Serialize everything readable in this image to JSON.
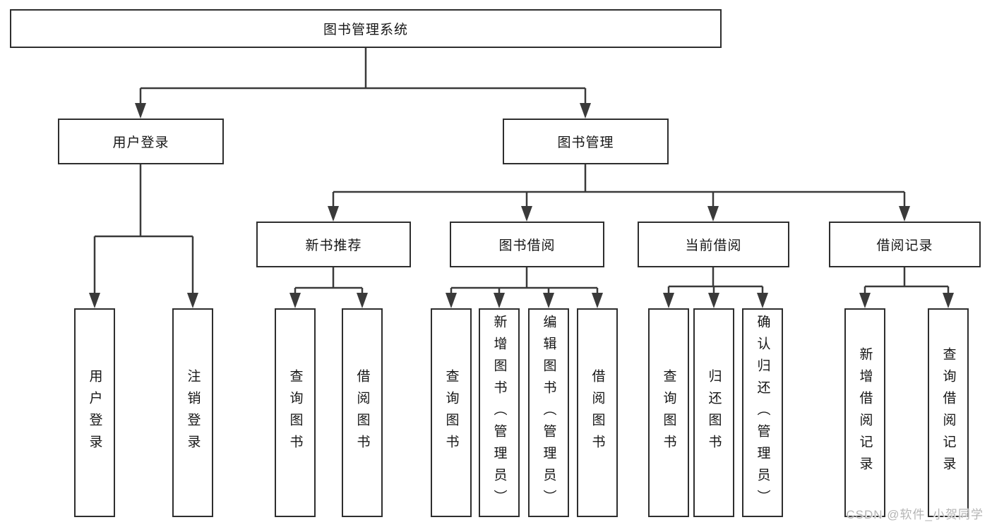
{
  "diagram": {
    "title": "图书管理系统",
    "root": {
      "label": "图书管理系统"
    },
    "level2": [
      {
        "label": "用户登录"
      },
      {
        "label": "图书管理"
      }
    ],
    "level3": [
      {
        "label": "新书推荐"
      },
      {
        "label": "图书借阅"
      },
      {
        "label": "当前借阅"
      },
      {
        "label": "借阅记录"
      }
    ],
    "leaves": [
      {
        "label": "用户登录",
        "parent": "用户登录"
      },
      {
        "label": "注销登录",
        "parent": "用户登录"
      },
      {
        "label": "查询图书",
        "parent": "新书推荐"
      },
      {
        "label": "借阅图书",
        "parent": "新书推荐"
      },
      {
        "label": "查询图书",
        "parent": "图书借阅"
      },
      {
        "label": "新增图书（管理员）",
        "parent": "图书借阅"
      },
      {
        "label": "编辑图书（管理员）",
        "parent": "图书借阅"
      },
      {
        "label": "借阅图书",
        "parent": "图书借阅"
      },
      {
        "label": "查询图书",
        "parent": "当前借阅"
      },
      {
        "label": "归还图书",
        "parent": "当前借阅"
      },
      {
        "label": "确认归还（管理员）",
        "parent": "当前借阅"
      },
      {
        "label": "新增借阅记录",
        "parent": "借阅记录"
      },
      {
        "label": "查询借阅记录",
        "parent": "借阅记录"
      }
    ]
  },
  "watermark": {
    "text": "CSDN @软件_小贺同学"
  },
  "colors": {
    "line": "#3a3a3a",
    "border": "#2e2e2e",
    "text": "#161616",
    "watermark": "#b5b5b5",
    "background": "#ffffff"
  }
}
